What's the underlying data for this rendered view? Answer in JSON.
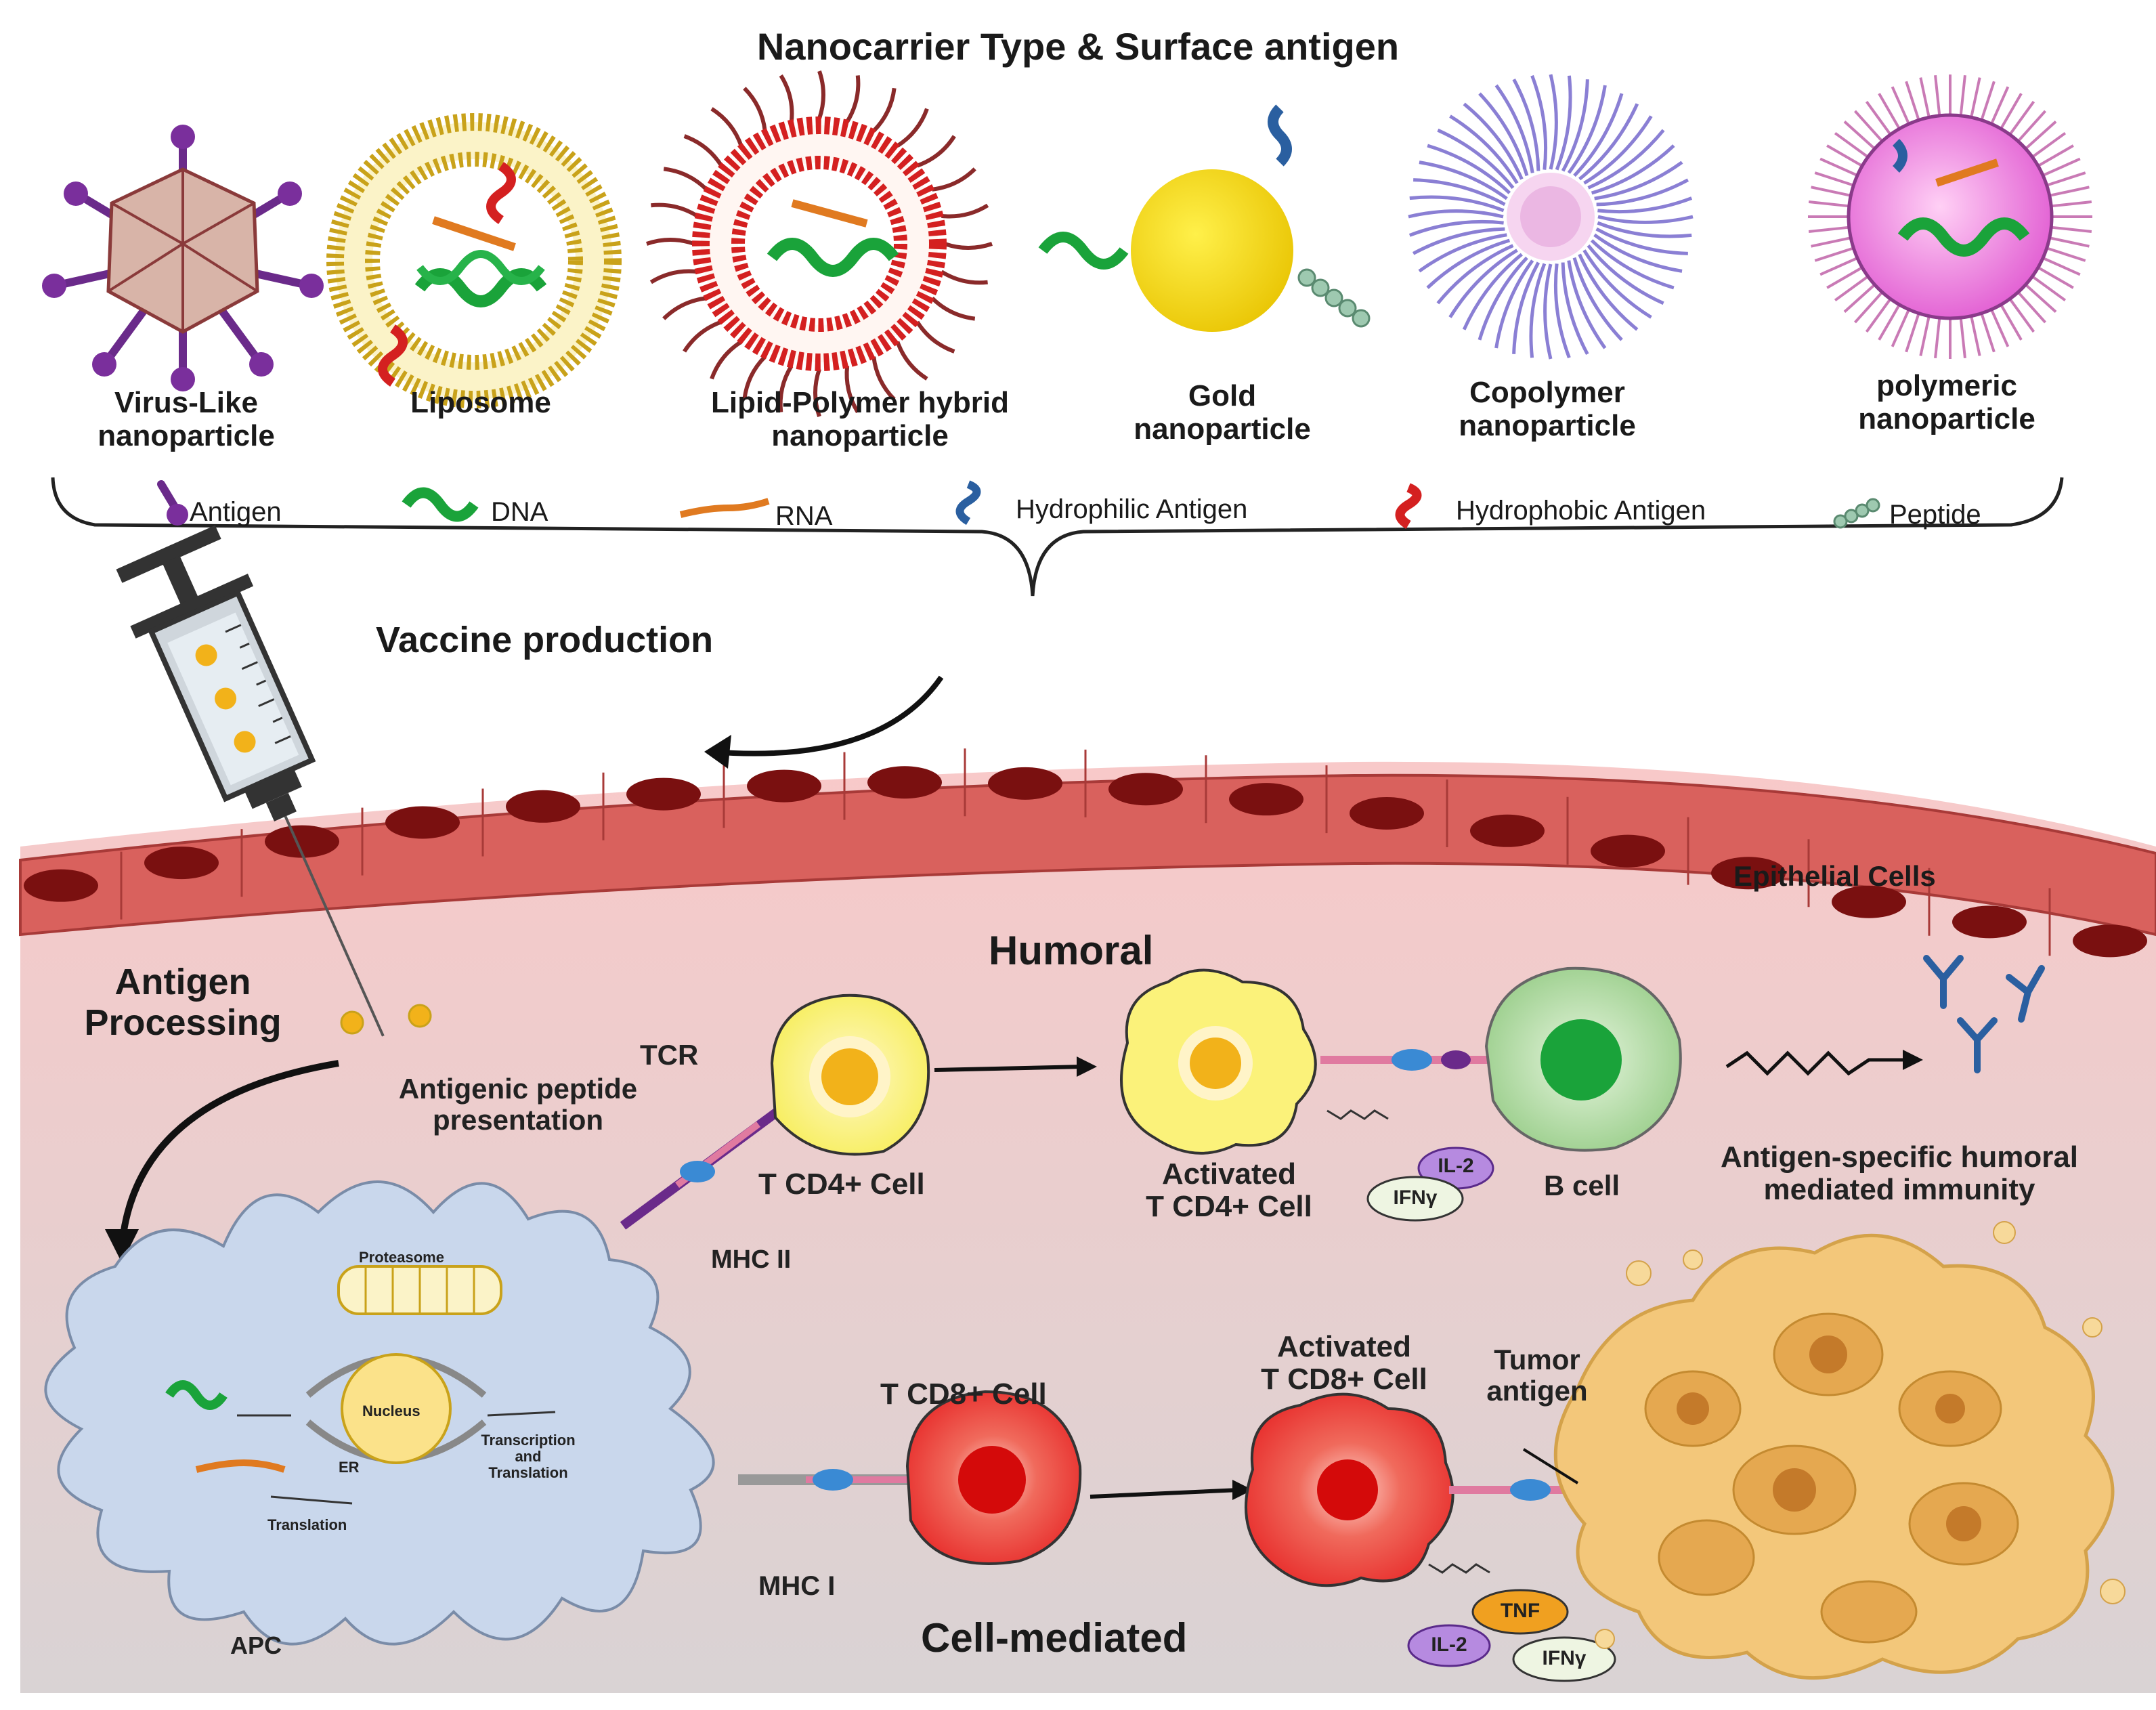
{
  "title": "Nanocarrier Type & Surface antigen",
  "nanocarriers": [
    {
      "line1": "Virus-Like",
      "line2": "nanoparticle"
    },
    {
      "line1": "Liposome",
      "line2": ""
    },
    {
      "line1": "Lipid-Polymer hybrid",
      "line2": "nanoparticle"
    },
    {
      "line1": "Gold",
      "line2": "nanoparticle"
    },
    {
      "line1": "Copolymer",
      "line2": "nanoparticle"
    },
    {
      "line1": "polymeric",
      "line2": "nanoparticle"
    }
  ],
  "legend": [
    "Antigen",
    "DNA",
    "RNA",
    "Hydrophilic Antigen",
    "Hydrophobic Antigen",
    "Peptide"
  ],
  "vaccine_production": "Vaccine production",
  "epithelial_cells": "Epithelial  Cells",
  "antigen_processing": {
    "line1": "Antigen",
    "line2": "Processing"
  },
  "humoral": "Humoral",
  "cell_mediated": "Cell-mediated",
  "tcr": "TCR",
  "antigenic_peptide": {
    "line1": "Antigenic peptide",
    "line2": "presentation"
  },
  "mhc2": "MHC II",
  "mhc1": "MHC I",
  "tcd4": "T CD4+ Cell",
  "activated_tcd4": {
    "line1": "Activated",
    "line2": "T CD4+ Cell"
  },
  "bcell": "B cell",
  "humoral_immunity": {
    "line1": "Antigen-specific humoral",
    "line2": "mediated immunity"
  },
  "tcd8": "T CD8+ Cell",
  "activated_tcd8": {
    "line1": "Activated",
    "line2": "T CD8+ Cell"
  },
  "tumor_antigen": {
    "line1": "Tumor",
    "line2": "antigen"
  },
  "apc": "APC",
  "proteasome": "Proteasome",
  "nucleus": "Nucleus",
  "er": "ER",
  "transcription": {
    "line1": "Transcription",
    "line2": "and",
    "line3": "Translation"
  },
  "translation": "Translation",
  "cytokines": {
    "il2": "IL-2",
    "ifny": "IFNγ",
    "tnf": "TNF"
  },
  "colors": {
    "tissue_top": "#f6c9c9",
    "tissue_bottom": "#ddd6d6",
    "epithelium": "#d9615d",
    "epithelium_nucleus": "#7a1010",
    "tcell_cd4": "#fbf27a",
    "tcell_core": "#f2b21a",
    "bcell": "#bfe0b2",
    "bcell_core": "#1aa33a",
    "tcell_cd8": "#e8302e",
    "apc": "#c9d7ec",
    "tumor": "#f3c77a",
    "antibody": "#2a5fa0"
  }
}
